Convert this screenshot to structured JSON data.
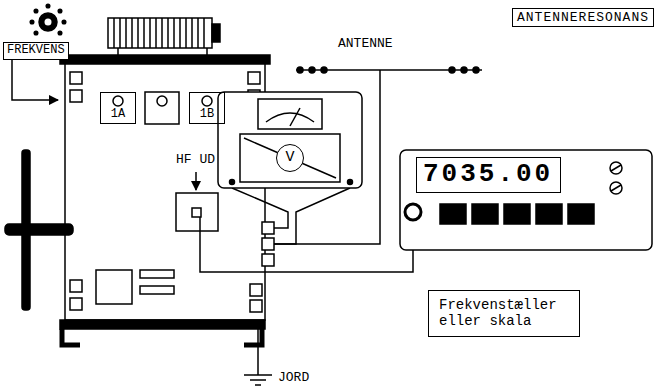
{
  "diagram": {
    "title": "ANTENNERESONANS",
    "nodes": [
      {
        "text": [
          "FREKVENS"
        ]
      },
      {
        "text": [
          "1A"
        ]
      },
      {
        "text": [
          "1B"
        ]
      },
      {
        "text": [
          "V"
        ]
      },
      {
        "text": [
          "7035.00"
        ]
      },
      {
        "text": [
          "Frekvenstæller eller skala"
        ]
      }
    ],
    "labels": [
      "ANTENNE",
      "HF UD",
      "JORD"
    ]
  }
}
